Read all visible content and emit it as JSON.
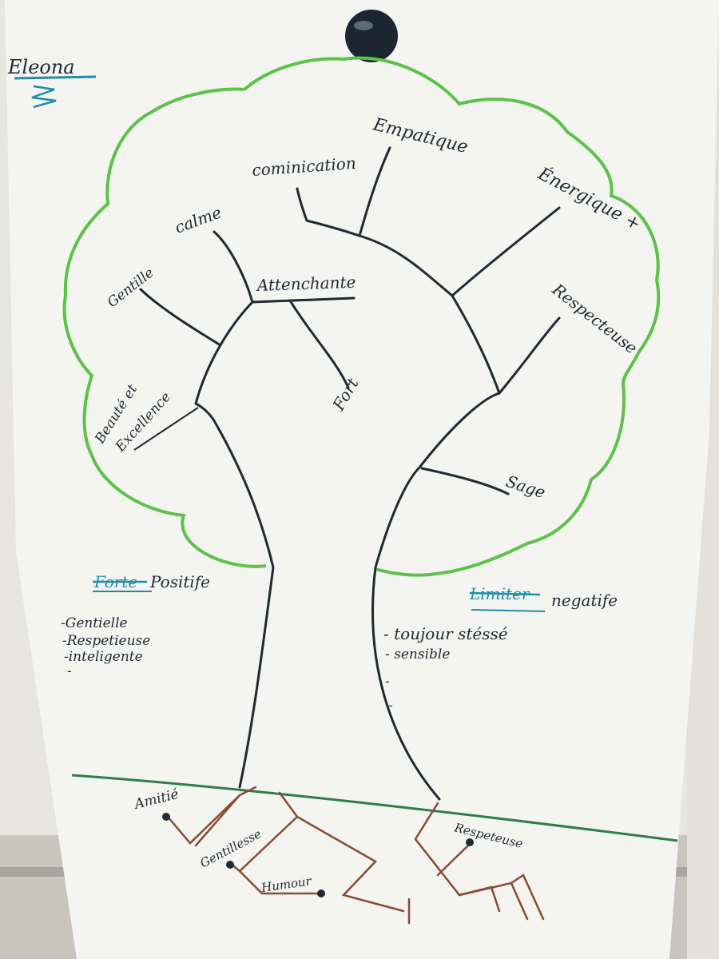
{
  "colors": {
    "paper": "#f4f4f1",
    "crown": "#5cc24a",
    "ink": "#1f2a33",
    "roots": "#8b4a33",
    "ground": "#2e7d4e",
    "teal": "#1d8fa8",
    "magnet": "#1b2630"
  },
  "corner_name": "Eleona",
  "crown_labels": {
    "communication": "cominication",
    "empathique": "Empatique",
    "energique": "Énergique +",
    "calme": "calme",
    "attachante": "Attenchante",
    "gentille": "Gentille",
    "respectueuse": "Respecteuse",
    "fort": "Fort",
    "beaute_line1": "Beauté et",
    "beaute_line2": "Excellence",
    "sage": "Sage"
  },
  "positive": {
    "heading_struck": "Forte",
    "heading": "Positife",
    "items": [
      "-Gentielle",
      "-Respetieuse",
      "-inteligente",
      "-"
    ]
  },
  "negative": {
    "heading_struck": "Limiter",
    "heading": "negatife",
    "items": [
      "- toujour stéssé",
      "- sensible",
      "-",
      "-"
    ]
  },
  "roots": {
    "amitie": "Amitié",
    "gentillesse": "Gentillesse",
    "humour": "Humour",
    "respect": "Respeteuse"
  }
}
